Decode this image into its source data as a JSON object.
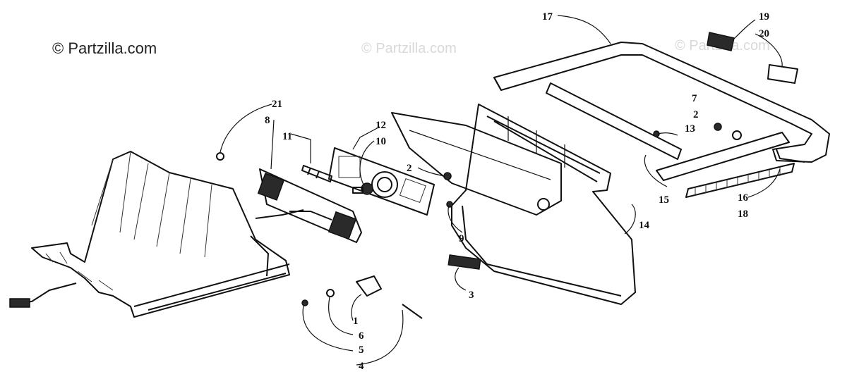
{
  "copyright_text": "© Partzilla.com",
  "watermarks": [
    "© Partzilla.com",
    "© Partzilla.com"
  ],
  "callouts": [
    "1",
    "2",
    "2",
    "2",
    "3",
    "4",
    "5",
    "6",
    "7",
    "8",
    "9",
    "10",
    "11",
    "12",
    "13",
    "14",
    "15",
    "16",
    "17",
    "18",
    "19",
    "20",
    "21"
  ]
}
